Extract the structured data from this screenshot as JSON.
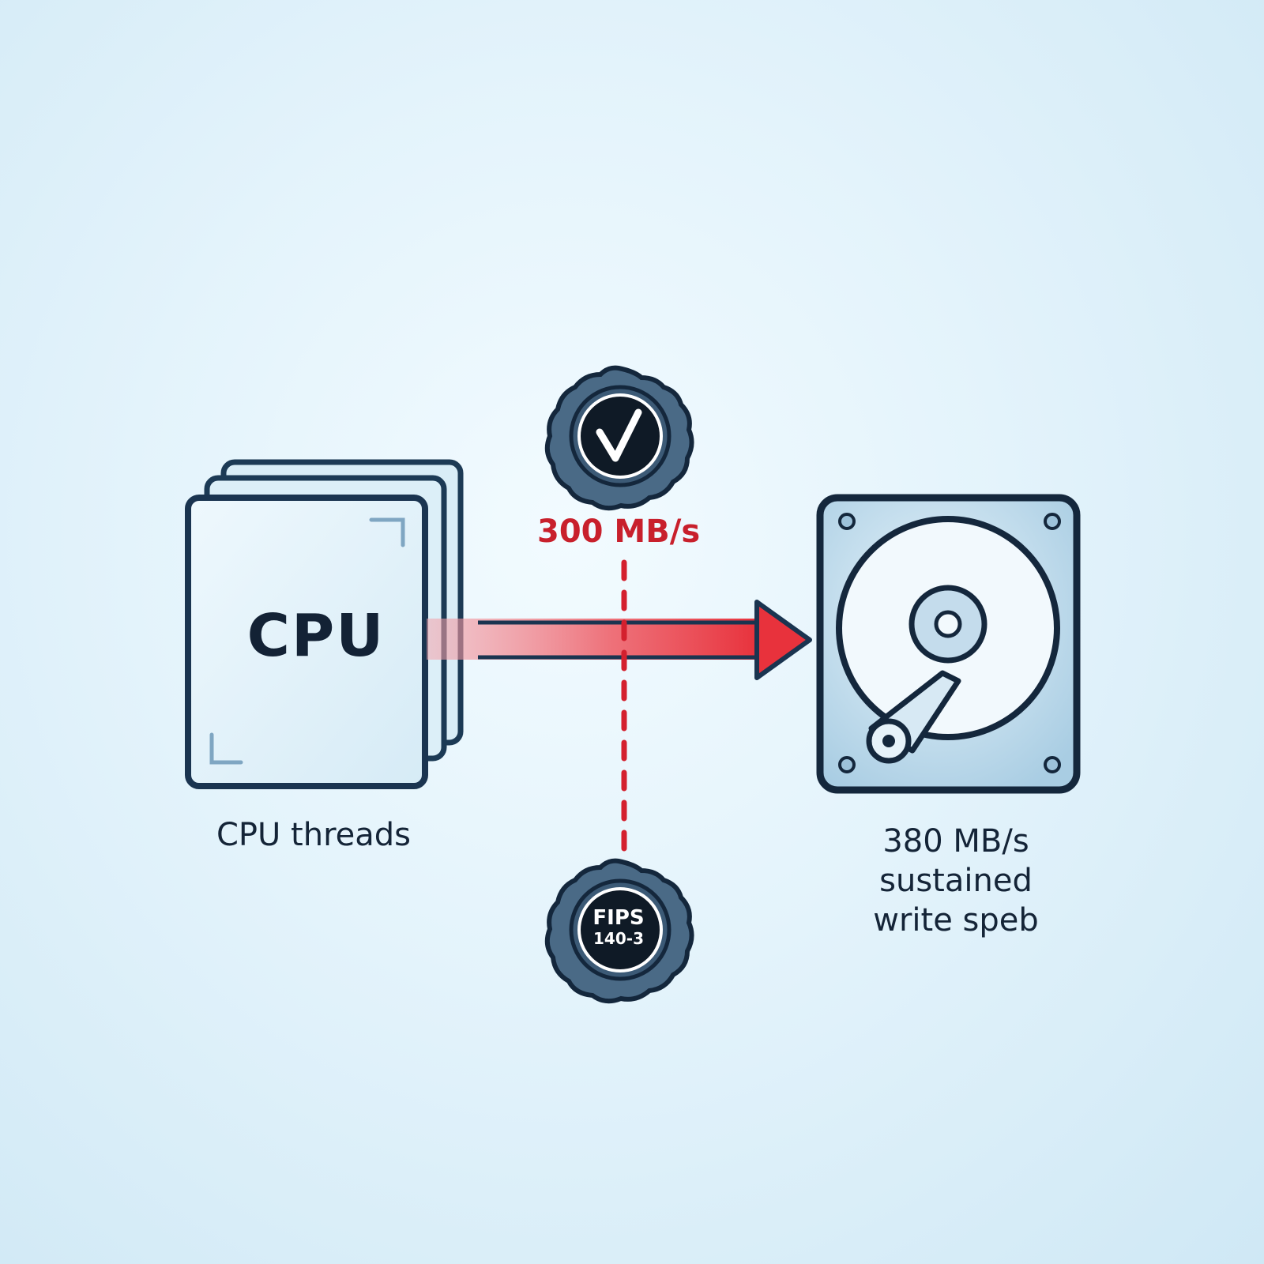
{
  "cpu": {
    "chip_label": "CPU",
    "caption": "CPU threads"
  },
  "transfer": {
    "rate_label": "300 MB/s",
    "arrow_color": "#e8323c",
    "divider_color": "#d4202e"
  },
  "disk": {
    "caption_lines": [
      "380 MB/s",
      "sustained",
      "write speb"
    ]
  },
  "badges": {
    "top": {
      "icon": "checkmark-icon"
    },
    "bottom": {
      "line1": "FIPS",
      "line2": "140-3"
    }
  },
  "colors": {
    "ink": "#142437",
    "accent_red": "#c8202c",
    "fill_blue": "#c9dfee"
  }
}
